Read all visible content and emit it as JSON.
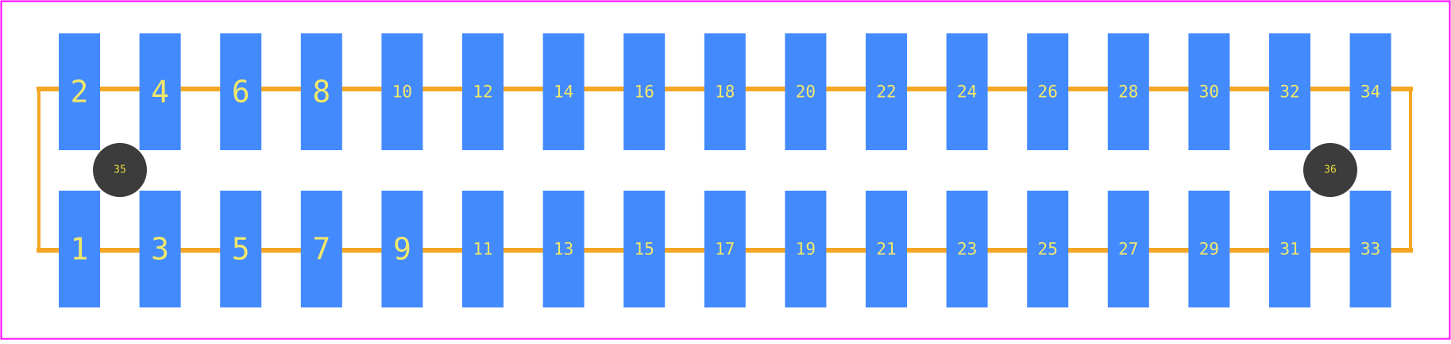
{
  "colors": {
    "background": "#ffffff",
    "boundary": "#ff00ff",
    "silkscreen": "#f5a623",
    "pad": "#448aff",
    "pad_label": "#f0e86a",
    "mount_hole": "#3c3c3c",
    "mount_label": "#e6d83c"
  },
  "pads_top": [
    "2",
    "4",
    "6",
    "8",
    "10",
    "12",
    "14",
    "16",
    "18",
    "20",
    "22",
    "24",
    "26",
    "28",
    "30",
    "32",
    "34"
  ],
  "pads_bottom": [
    "1",
    "3",
    "5",
    "7",
    "9",
    "11",
    "13",
    "15",
    "17",
    "19",
    "21",
    "23",
    "25",
    "27",
    "29",
    "31",
    "33"
  ],
  "mount_holes": [
    "35",
    "36"
  ]
}
